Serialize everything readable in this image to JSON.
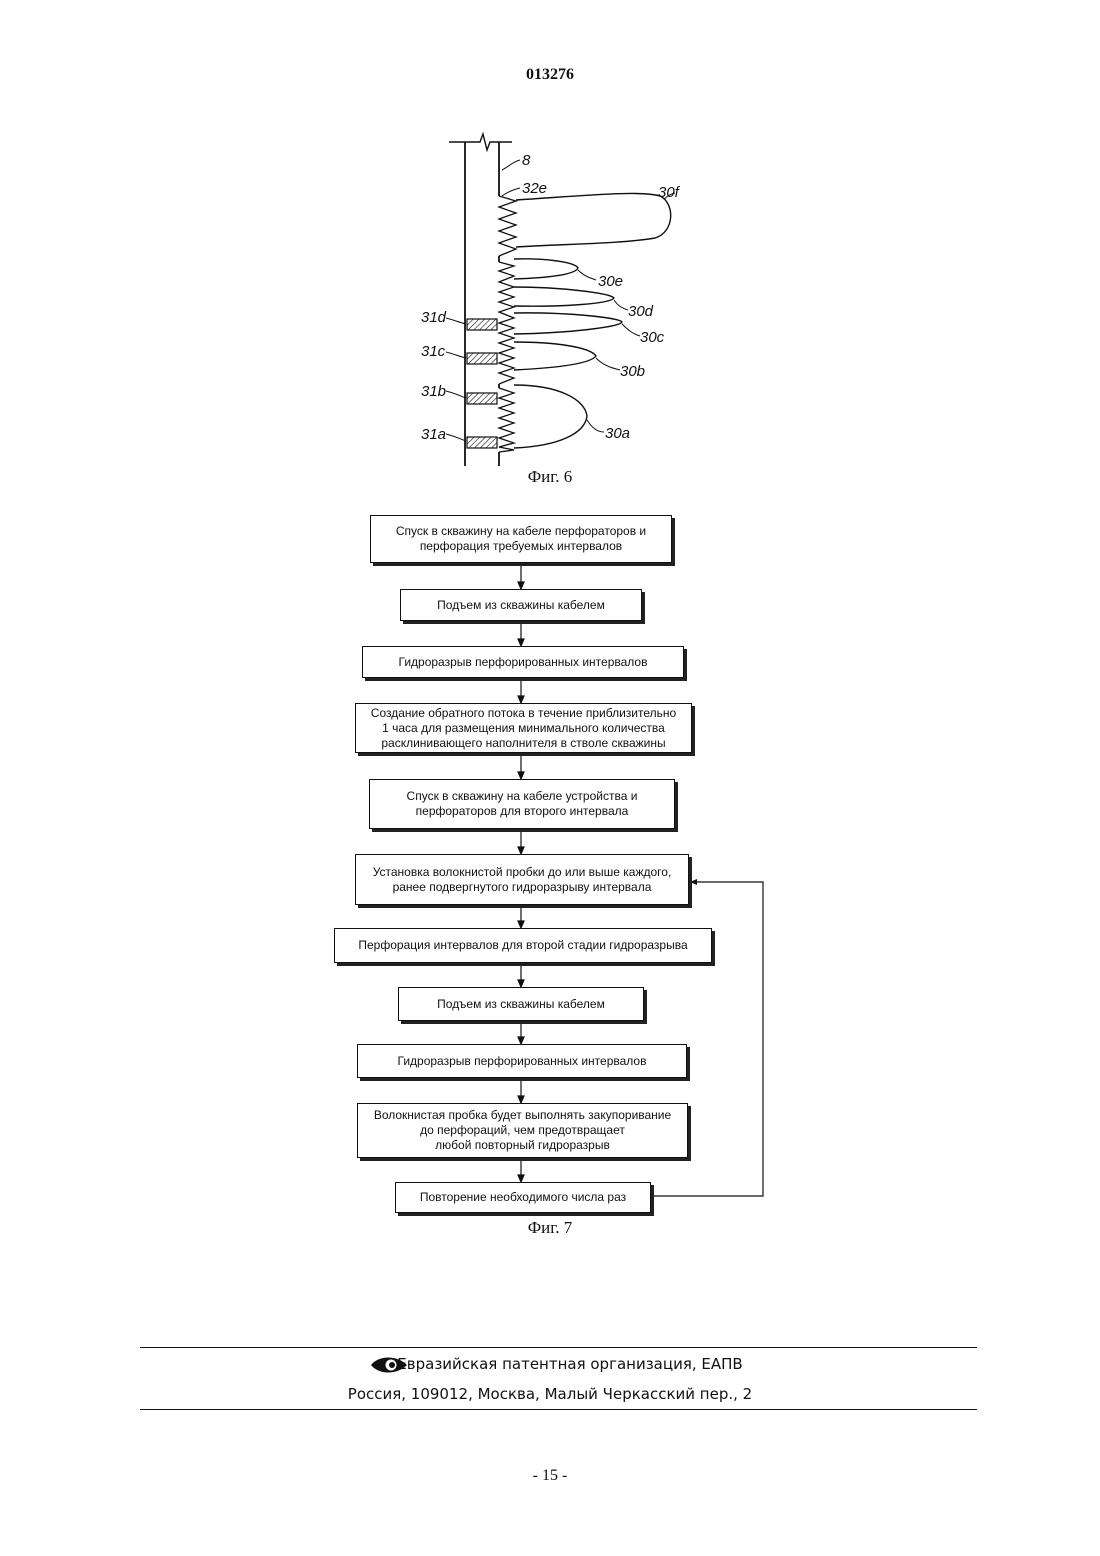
{
  "header": {
    "doc_number": "013276"
  },
  "figure6": {
    "caption": "Фиг. 6",
    "labels": {
      "well": "8",
      "perf": "32e",
      "f30f": "30f",
      "f30e": "30e",
      "f30d": "30d",
      "f30c": "30c",
      "f30b": "30b",
      "f30a": "30a",
      "p31d": "31d",
      "p31c": "31c",
      "p31b": "31b",
      "p31a": "31a"
    }
  },
  "figure7": {
    "caption": "Фиг. 7",
    "steps": [
      "Спуск в скважину на кабеле перфораторов и\nперфорация требуемых интервалов",
      "Подъем из скважины кабелем",
      "Гидроразрыв перфорированных интервалов",
      "Создание обратного потока в течение приблизительно\n1 часа для размещения минимального количества\nрасклинивающего наполнителя в стволе скважины",
      "Спуск в скважину на кабеле устройства и\nперфораторов для второго интервала",
      "Установка волокнистой пробки до или выше каждого,\nранее подвергнутого гидроразрыву интервала",
      "Перфорация интервалов для второй стадии гидроразрыва",
      "Подъем из скважины кабелем",
      "Гидроразрыв перфорированных интервалов",
      "Волокнистая пробка будет выполнять закупоривание\nдо перфораций, чем предотвращает\nлюбой повторный гидроразрыв",
      "Повторение необходимого числа раз"
    ]
  },
  "footer": {
    "organization": "Евразийская патентная организация, ЕАПВ",
    "address": "Россия, 109012, Москва, Малый Черкасский пер., 2",
    "logo_icon": "eapo-eye-logo-icon"
  },
  "page_number": "- 15 -"
}
